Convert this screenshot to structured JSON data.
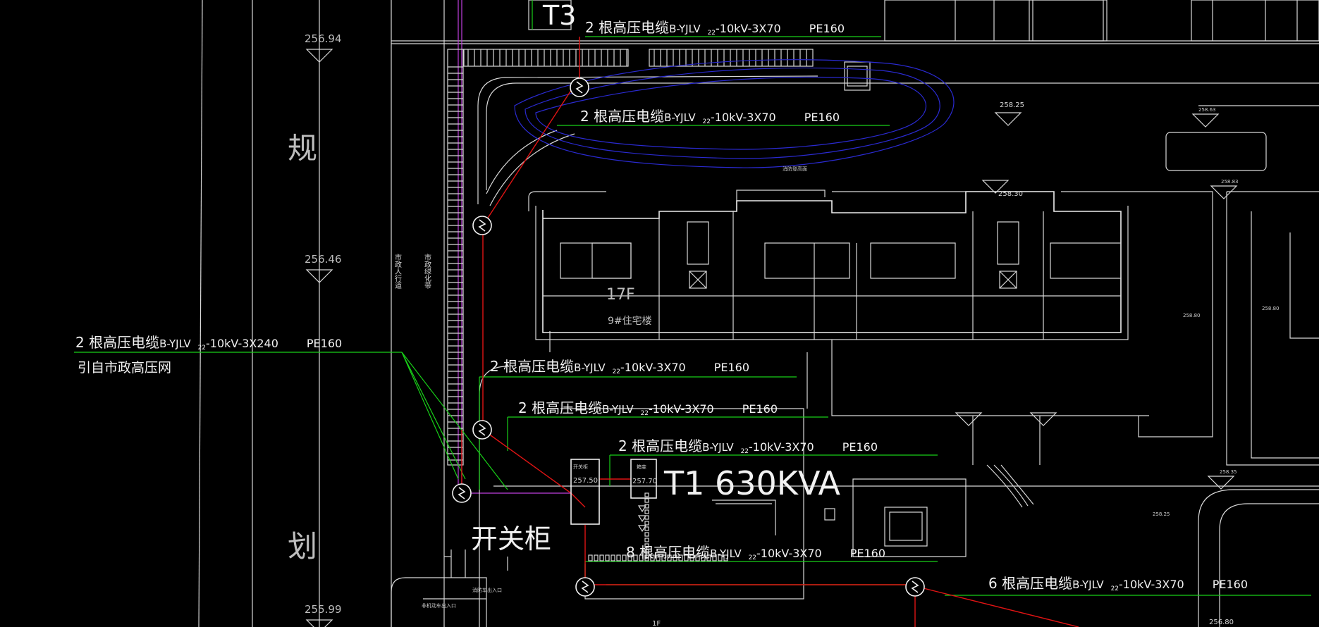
{
  "cables": [
    {
      "count": "2",
      "text": "根高压电缆",
      "model": "B-YJLV",
      "sub": "22",
      "spec": "-10kV-3X70",
      "pipe": "PE160"
    },
    {
      "count": "2",
      "text": "根高压电缆",
      "model": "B-YJLV",
      "sub": "22",
      "spec": "-10kV-3X70",
      "pipe": "PE160"
    },
    {
      "count": "2",
      "text": "根高压电缆",
      "model": "B-YJLV",
      "sub": "22",
      "spec": "-10kV-3X240",
      "pipe": "PE160"
    },
    {
      "count": "2",
      "text": "根高压电缆",
      "model": "B-YJLV",
      "sub": "22",
      "spec": "-10kV-3X70",
      "pipe": "PE160"
    },
    {
      "count": "2",
      "text": "根高压电缆",
      "model": "B-YJLV",
      "sub": "22",
      "spec": "-10kV-3X70",
      "pipe": "PE160"
    },
    {
      "count": "2",
      "text": "根高压电缆",
      "model": "B-YJLV",
      "sub": "22",
      "spec": "-10kV-3X70",
      "pipe": "PE160"
    },
    {
      "count": "8",
      "text": "根高压电缆",
      "model": "B-YJLV",
      "sub": "22",
      "spec": "-10kV-3X70",
      "pipe": "PE160"
    },
    {
      "count": "6",
      "text": "根高压电缆",
      "model": "B-YJLV",
      "sub": "22",
      "spec": "-10kV-3X70",
      "pipe": "PE160"
    }
  ],
  "source_note": "引自市政高压网",
  "elevations": {
    "e1": "256.94",
    "e2": "256.46",
    "e3": "255.99",
    "e4": "258.25",
    "e5": "258.30",
    "e6": "258.83",
    "e7": "258.63",
    "e8": "257.50",
    "e9": "257.70",
    "e10": "256.80",
    "e11": "258.35",
    "e12": "258.25",
    "e13": "258.80",
    "e14": "258.80"
  },
  "labels": {
    "plan_char_1": "规",
    "plan_char_2": "划",
    "sidewalk": "市政人行道",
    "greenbelt": "市政绿化带",
    "building_floors": "17F",
    "building_name": "9#住宅楼",
    "transformer": "T1 630KVA",
    "switchgear_big": "开关柜",
    "switchgear_small": "开关柜",
    "transformer_box": "箱变",
    "top_mark": "T3",
    "fire_exit": "消防车出入口",
    "vehicle_exit": "非机动车出入口",
    "fire_area": "消防登高面",
    "floor_1f": "1F"
  },
  "colors": {
    "background": "#000000",
    "cable_green": "#18d018",
    "cable_red": "#e01414",
    "outline_white": "#d8d8d8",
    "boundary_magenta": "#c040e0",
    "area_blue": "#2a2ad0"
  },
  "icons": [
    "manhole-icon",
    "elevation-marker-icon"
  ]
}
